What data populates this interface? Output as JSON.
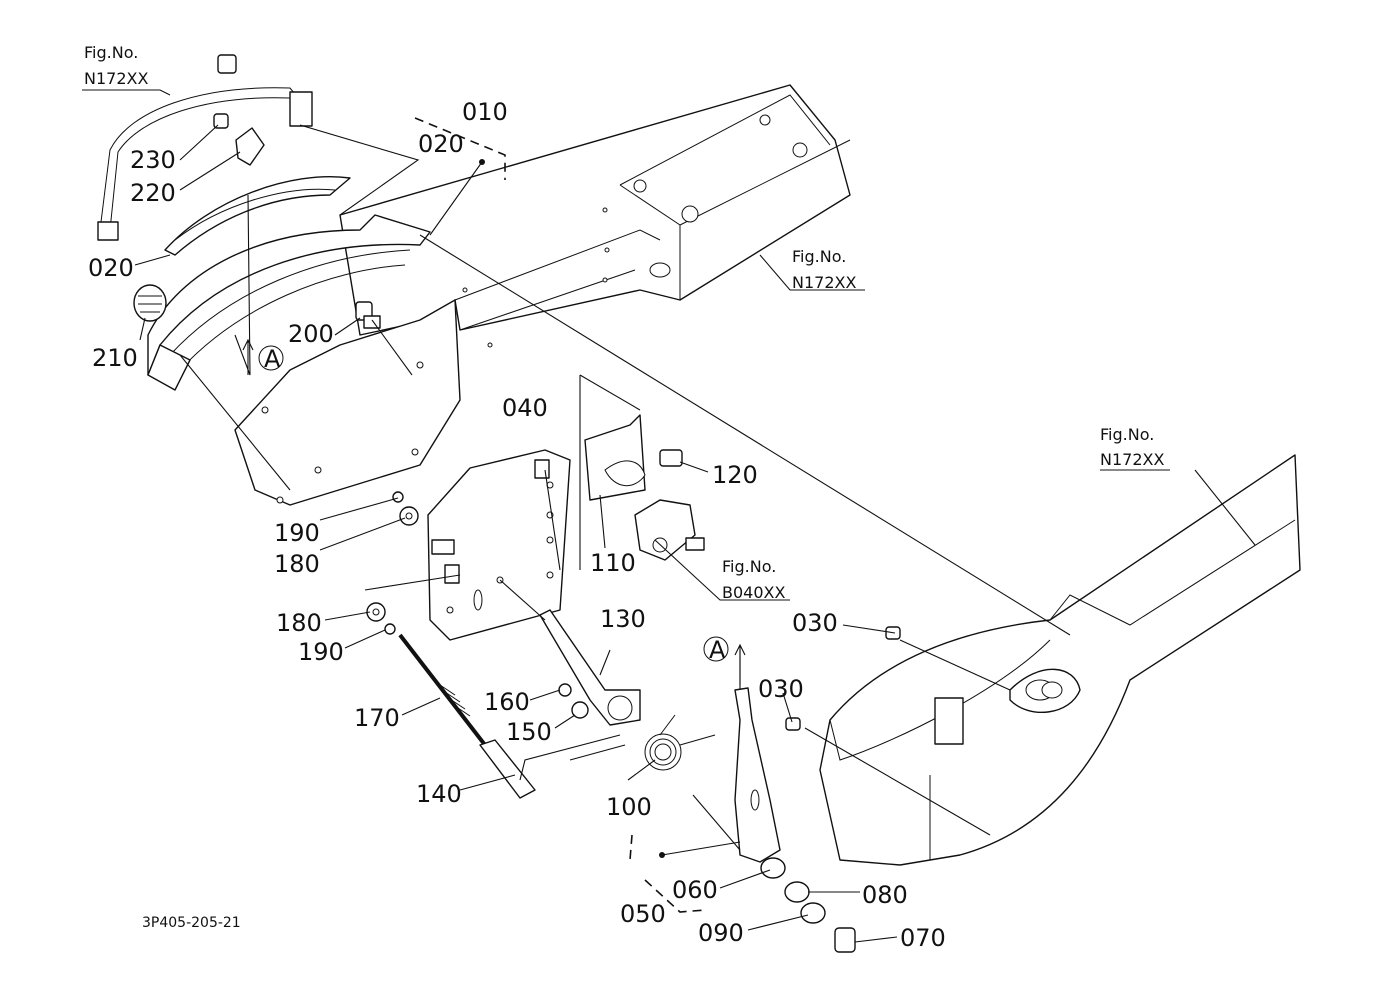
{
  "drawing_code": "3P405-205-21",
  "view_marker": "A",
  "fig_refs": [
    {
      "id": "fig-top-left",
      "line1": "Fig.No.",
      "line2": "N172XX"
    },
    {
      "id": "fig-mid",
      "line1": "Fig.No.",
      "line2": "N172XX"
    },
    {
      "id": "fig-right",
      "line1": "Fig.No.",
      "line2": "N172XX"
    },
    {
      "id": "fig-bottom",
      "line1": "Fig.No.",
      "line2": "B040XX"
    }
  ],
  "callouts": {
    "c010": "010",
    "c020a": "020",
    "c020b": "020",
    "c030a": "030",
    "c030b": "030",
    "c040": "040",
    "c050": "050",
    "c060": "060",
    "c070": "070",
    "c080": "080",
    "c090": "090",
    "c100": "100",
    "c110": "110",
    "c120": "120",
    "c130": "130",
    "c140": "140",
    "c150": "150",
    "c160": "160",
    "c170": "170",
    "c180a": "180",
    "c180b": "180",
    "c190a": "190",
    "c190b": "190",
    "c200": "200",
    "c210": "210",
    "c220": "220",
    "c230": "230"
  }
}
